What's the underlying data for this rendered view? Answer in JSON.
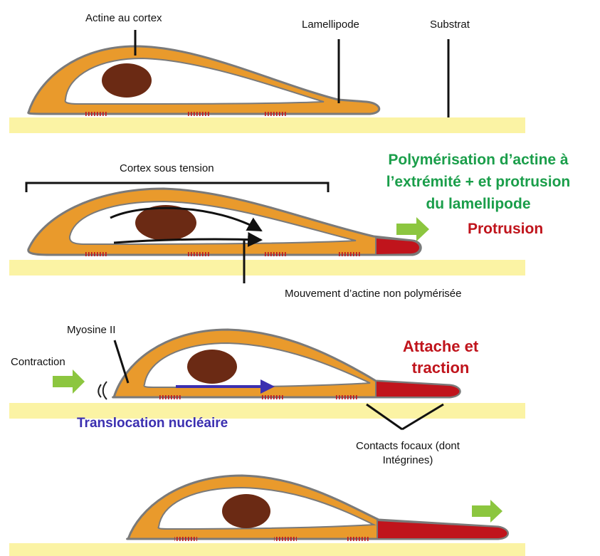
{
  "labels": {
    "actine_cortex": "Actine au cortex",
    "lamellipode": "Lamellipode",
    "substrat": "Substrat",
    "cortex_tension": "Cortex sous tension",
    "polymerisation_line1": "Polymérisation d’actine à",
    "polymerisation_line2": "l’extrémité + et protrusion",
    "polymerisation_line3": "du lamellipode",
    "protrusion": "Protrusion",
    "mouvement_actine": "Mouvement d’actine non polymérisée",
    "myosine": "Myosine II",
    "contraction": "Contraction",
    "attache_line1": "Attache et",
    "attache_line2": "traction",
    "translocation": "Translocation nucléaire",
    "contacts_line1": "Contacts focaux (dont",
    "contacts_line2": "Intégrines)"
  },
  "colors": {
    "cell_fill": "#e99a2c",
    "cell_outline": "#7a7a7a",
    "nucleus": "#6b2a14",
    "substrate": "#fbf3a4",
    "protrusion": "#c0141c",
    "green_arrow": "#8cc63f",
    "actin_flow_arrow": "#111111",
    "translocation_arrow": "#3b2fb0"
  },
  "stages": [
    {
      "name": "stage-1-resting-cell"
    },
    {
      "name": "stage-2-protrusion"
    },
    {
      "name": "stage-3-attachment-and-contraction"
    },
    {
      "name": "stage-4-new-position"
    }
  ]
}
